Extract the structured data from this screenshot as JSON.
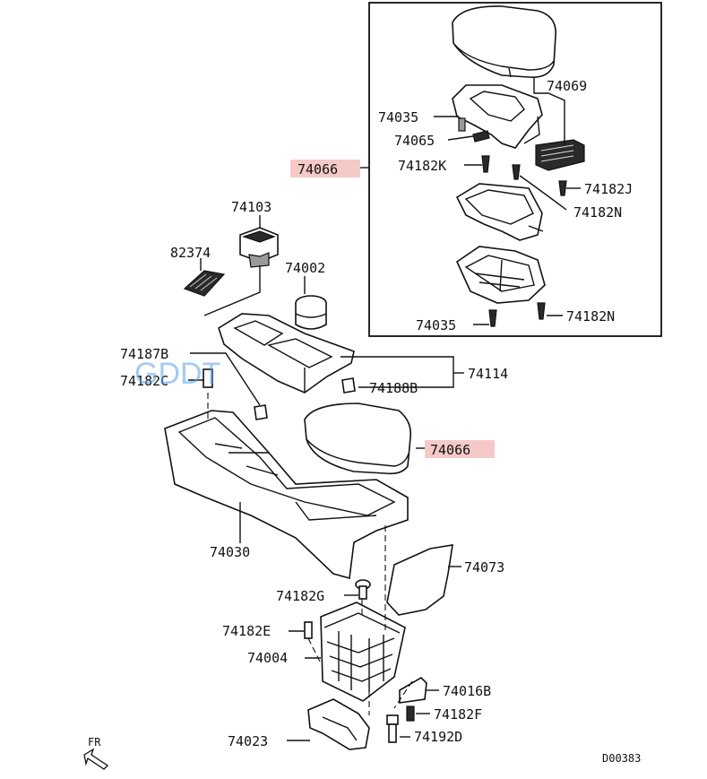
{
  "highlight_color": "#f6c9c9",
  "watermark": "GDDT",
  "drawing_code": "D00383",
  "front_indicator": "FR",
  "callouts": {
    "armrest_assy_top": "74066",
    "armrest_assy_side": "74066",
    "lid_top": "74069",
    "screw_74035_top": "74035",
    "clip_74065": "74065",
    "screw_74182K": "74182K",
    "screw_74182J": "74182J",
    "screw_74182N_top": "74182N",
    "screw_74035_bottom": "74035",
    "screw_74182N_bottom": "74182N",
    "switch_74103": "74103",
    "cover_82374": "82374",
    "cup_holder_74002": "74002",
    "clip_74187B": "74187B",
    "screw_74182C": "74182C",
    "tray_74114": "74114",
    "clip_74188B": "74188B",
    "console_74030": "74030",
    "cover_74073": "74073",
    "screw_74182G": "74182G",
    "screw_74182E": "74182E",
    "box_74004": "74004",
    "bracket_74016B": "74016B",
    "screw_74182F": "74182F",
    "bracket_74023": "74023",
    "bolt_74192D": "74192D"
  }
}
